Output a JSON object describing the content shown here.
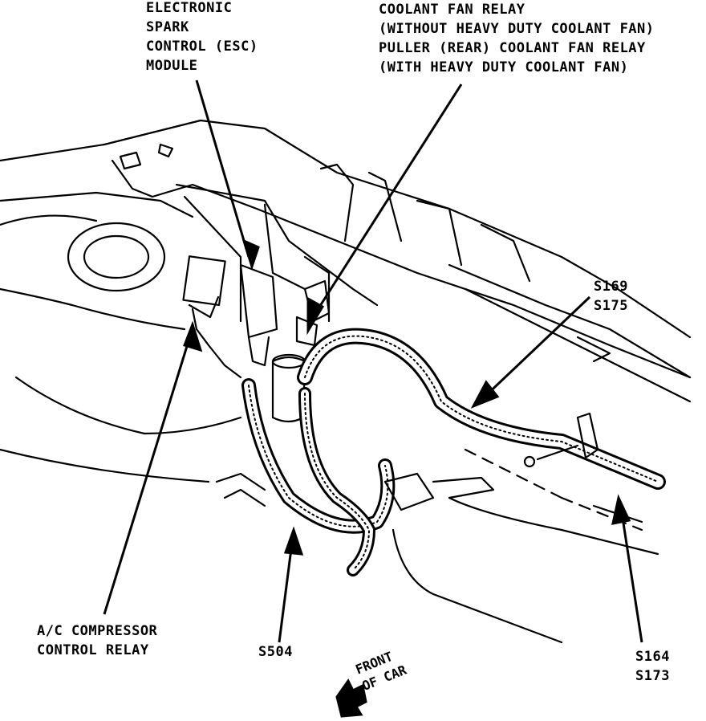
{
  "labels": {
    "esc_module": [
      "ELECTRONIC",
      "SPARK",
      "CONTROL (ESC)",
      "MODULE"
    ],
    "coolant_fan_relay": [
      "COOLANT FAN RELAY",
      "(WITHOUT HEAVY DUTY COOLANT FAN)",
      "PULLER (REAR) COOLANT FAN RELAY",
      "(WITH HEAVY DUTY COOLANT FAN)"
    ],
    "splice_upper": [
      "S169",
      "S175"
    ],
    "ac_relay": [
      "A/C COMPRESSOR",
      "CONTROL RELAY"
    ],
    "s504": "S504",
    "splice_lower": [
      "S164",
      "S173"
    ],
    "front_of_car": [
      "FRONT",
      "OF CAR"
    ]
  }
}
